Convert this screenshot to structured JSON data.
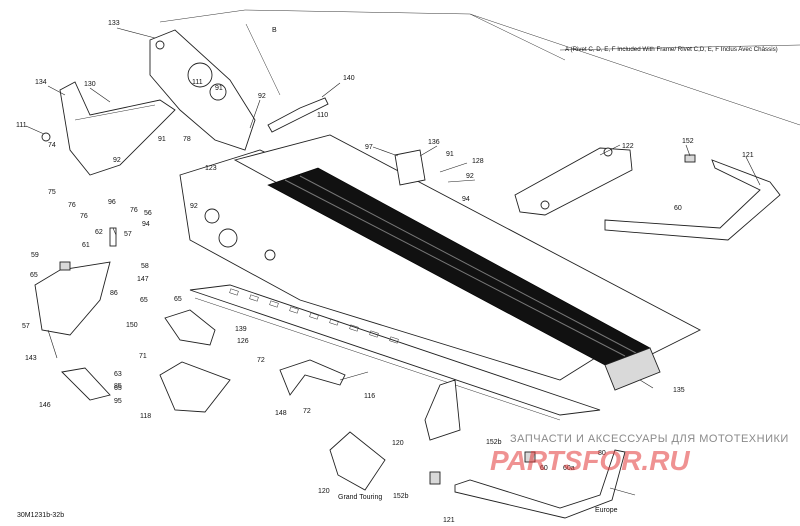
{
  "document_code": "30M1231b-32b",
  "notes": {
    "B": "B",
    "A": "A (Rivet C, D, E, F  Included With Frame/ Rivet C,D, E, F Inclus Avec Châssis)"
  },
  "variants": {
    "grand_touring": "Grand Touring",
    "europe": "Europe"
  },
  "watermark": {
    "top": "ЗАПЧАСТИ И АКСЕССУАРЫ ДЛЯ МОТОТЕХНИКИ",
    "brand": "PARTSFOR.RU"
  },
  "callouts": {
    "c133": "133",
    "c111a": "111",
    "c91a": "91",
    "c92a": "92",
    "c134": "134",
    "c130": "130",
    "c111b": "111",
    "c74": "74",
    "c92b": "92",
    "c91b": "91",
    "c78": "78",
    "c140": "140",
    "c110": "110",
    "c97": "97",
    "c136": "136",
    "c91c": "91",
    "c128": "128",
    "c92c": "92",
    "c94a": "94",
    "c123": "123",
    "c122": "122",
    "c152": "152",
    "c121a": "121",
    "c75": "75",
    "c76a": "76",
    "c96": "96",
    "c76b": "76",
    "c76c": "76",
    "c56": "56",
    "c94b": "94",
    "c92d": "92",
    "c60a": "60",
    "c62": "62",
    "c57a": "57",
    "c61": "61",
    "c59": "59",
    "c58": "58",
    "c147": "147",
    "c65a": "65",
    "c65b": "65",
    "c65c": "65",
    "c86": "86",
    "c57b": "57",
    "c150": "150",
    "c139": "139",
    "c126": "126",
    "c71": "71",
    "c143": "143",
    "c72a": "72",
    "c63": "63",
    "c85": "85",
    "c65d": "65",
    "c95": "95",
    "c146": "146",
    "c118": "118",
    "c148": "148",
    "c72b": "72",
    "c116": "116",
    "c135": "135",
    "c120a": "120",
    "c152b_a": "152b",
    "c80": "80",
    "c60b": "60",
    "c60c": "60a",
    "c120b": "120",
    "c152b_b": "152b",
    "c121b": "121"
  }
}
